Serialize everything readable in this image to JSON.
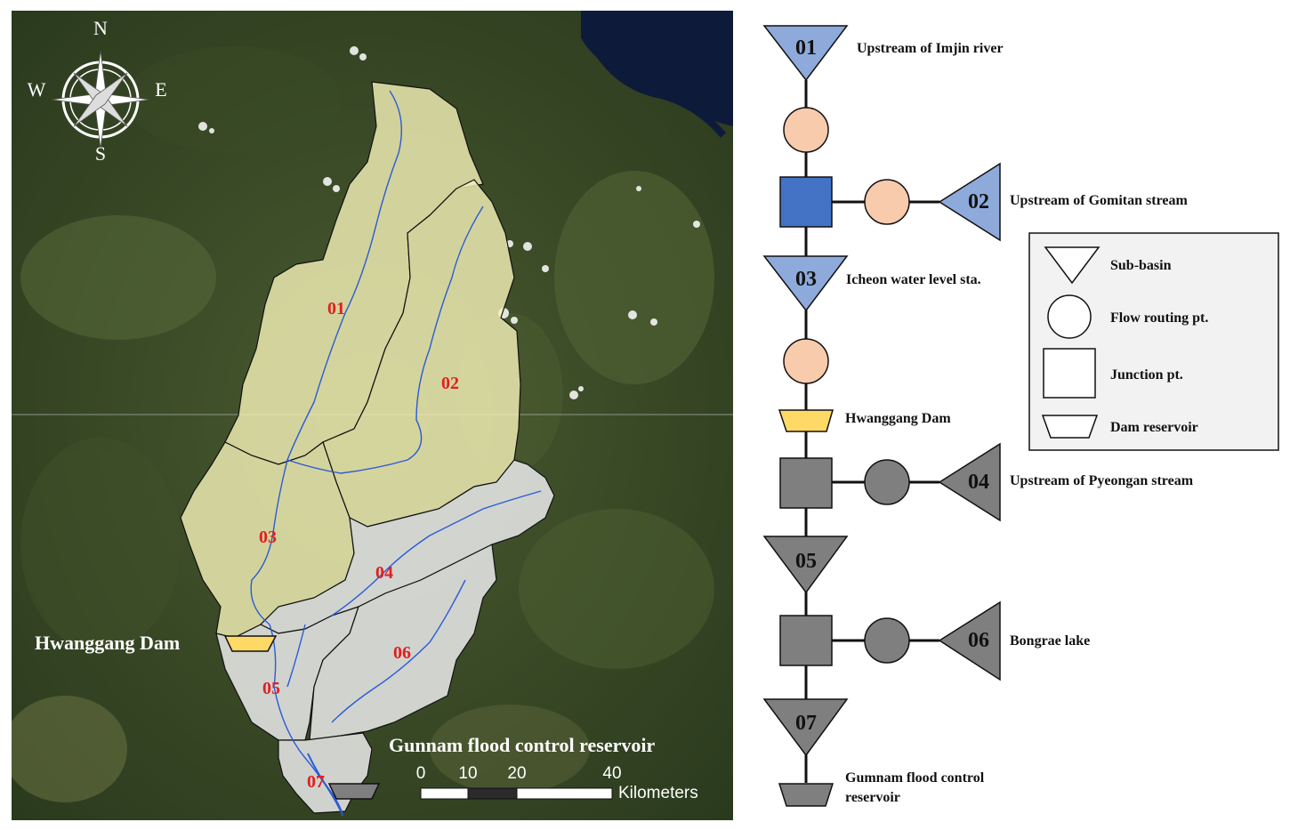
{
  "map": {
    "compass": {
      "north": "N",
      "south": "S",
      "east": "E",
      "west": "W"
    },
    "subbasin_labels": [
      {
        "id": "01",
        "text": "01"
      },
      {
        "id": "02",
        "text": "02"
      },
      {
        "id": "03",
        "text": "03"
      },
      {
        "id": "04",
        "text": "04"
      },
      {
        "id": "05",
        "text": "05"
      },
      {
        "id": "06",
        "text": "06"
      },
      {
        "id": "07",
        "text": "07"
      }
    ],
    "hwanggang_label": "Hwanggang Dam",
    "gunnam_label": "Gunnam flood control reservoir",
    "scale_bar": {
      "ticks": [
        "0",
        "10",
        "20",
        "40"
      ],
      "unit": "Kilometers"
    }
  },
  "schematic": {
    "nodes": {
      "n01": {
        "number": "01",
        "label": "Upstream of Imjin river"
      },
      "n02": {
        "number": "02",
        "label": "Upstream of Gomitan stream"
      },
      "n03": {
        "number": "03",
        "label": "Icheon water level sta."
      },
      "hwanggang": {
        "label": "Hwanggang Dam"
      },
      "n04": {
        "number": "04",
        "label": "Upstream of Pyeongan stream"
      },
      "n05": {
        "number": "05"
      },
      "n06": {
        "number": "06",
        "label": "Bongrae lake"
      },
      "n07": {
        "number": "07"
      },
      "gunnam": {
        "label_line1": "Gumnam flood control",
        "label_line2": "reservoir"
      }
    },
    "legend": {
      "subbasin": "Sub-basin",
      "flow_routing": "Flow routing pt.",
      "junction": "Junction pt.",
      "dam": "Dam reservoir"
    }
  },
  "colors": {
    "upstream_blue": "#8eaadb",
    "junction_blue": "#4472c4",
    "routing_peach": "#f8cbad",
    "dam_yellow": "#ffd966",
    "downstream_gray": "#7f7f7f",
    "basin_yellow": "#f3f0b6",
    "basin_gray": "#e6e6e6",
    "river": "#2a5bd7"
  }
}
